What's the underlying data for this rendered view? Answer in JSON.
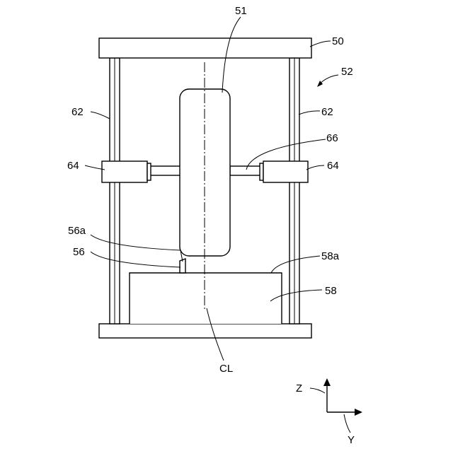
{
  "labels": {
    "top_plate": "50",
    "tire": "51",
    "apparatus": "52",
    "column_left": "62",
    "column_right": "62",
    "clamp_left": "64",
    "clamp_right": "64",
    "shaft": "66",
    "stopper_edge": "56a",
    "stopper": "56",
    "base_edge": "58a",
    "base_block": "58",
    "center_line": "CL"
  },
  "axes": {
    "z": "Z",
    "y": "Y"
  }
}
